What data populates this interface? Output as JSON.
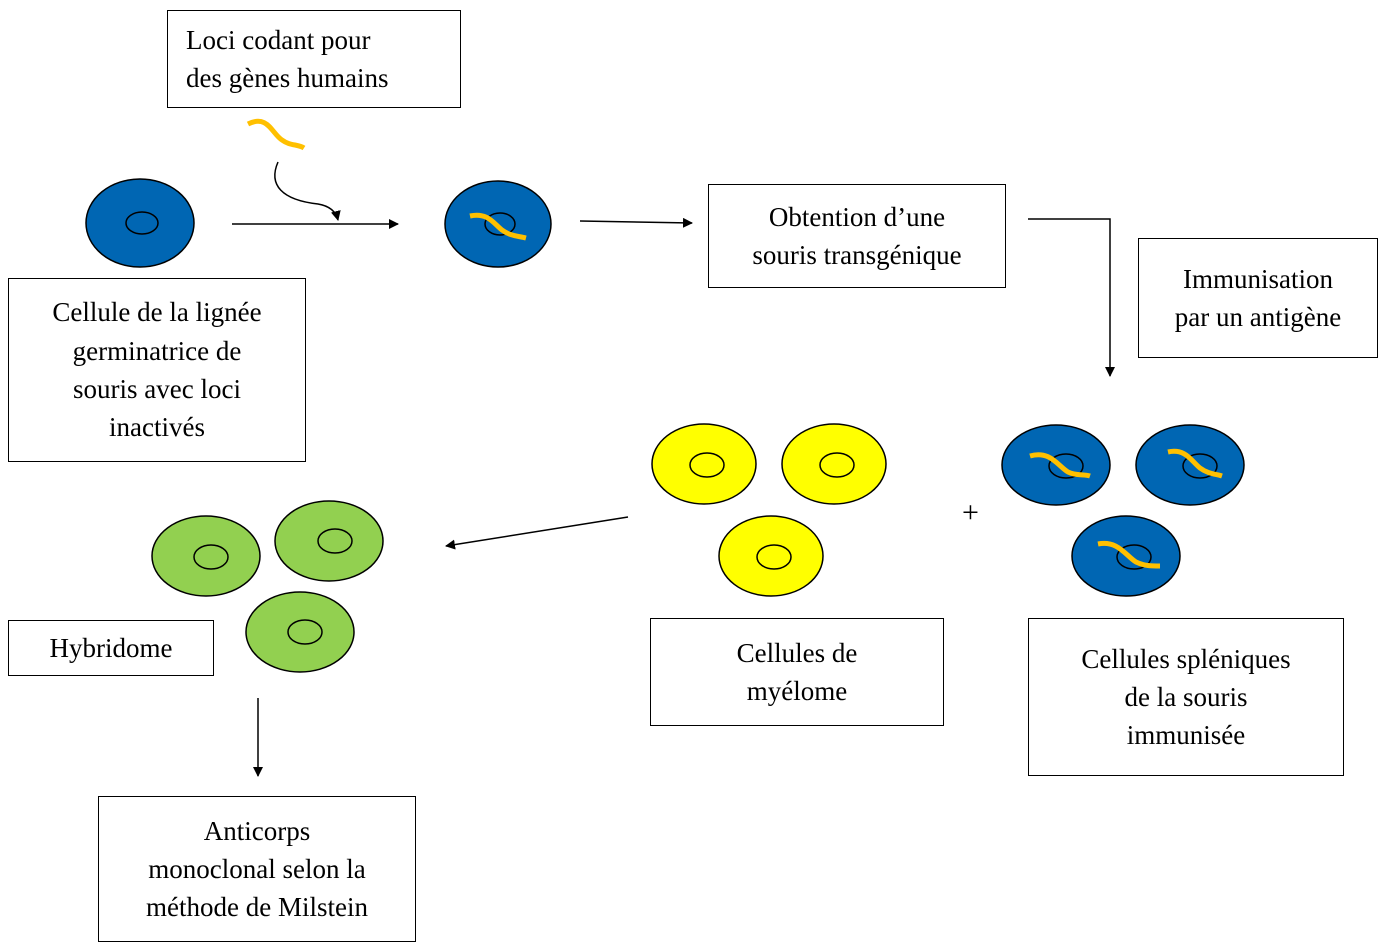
{
  "labels": {
    "loci": "Loci codant pour\ndes gènes humains",
    "germline": "Cellule de la lignée\ngerminatrice de\nsouris avec loci\ninactivés",
    "transgenic": "Obtention d’une\nsouris transgénique",
    "immunisation": "Immunisation\npar un antigène",
    "myeloma": "Cellules de\nmyélome",
    "splenic": "Cellules spléniques\nde la souris\nimmunisée",
    "hybridoma": "Hybridome",
    "antibody": "Anticorps\nmonoclonal selon la\nméthode de Milstein",
    "plus": "+"
  },
  "colors": {
    "germline_cell": "#0066B3",
    "myeloma_cell": "#FFFF00",
    "hybridoma_cell": "#92D050",
    "gene_fragment": "#FFC000",
    "outline": "#000000"
  }
}
